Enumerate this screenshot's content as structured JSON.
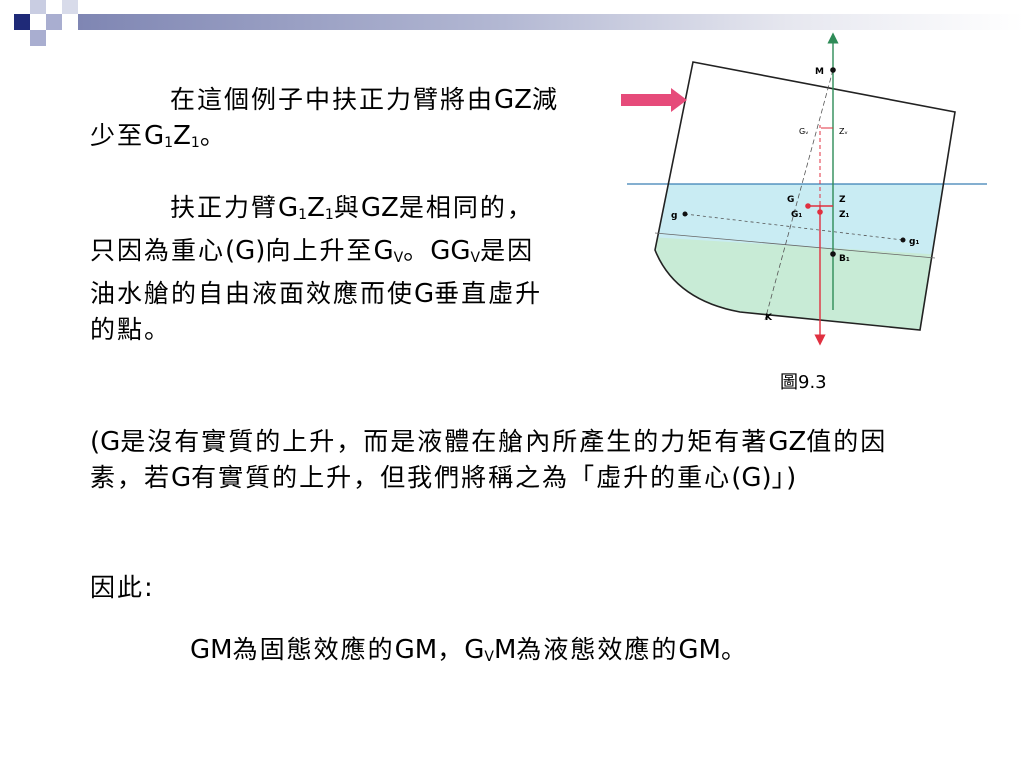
{
  "paragraph1": {
    "text_a": "在這個例子中扶正力臂將由",
    "gz": "GZ",
    "text_b": "減少至",
    "g": "G",
    "sub1": "1",
    "z": "Z",
    "sub2": "1",
    "end": "。"
  },
  "paragraph2": {
    "text_a": "扶正力臂",
    "g1_g": "G",
    "g1_sub": "1",
    "z1_z": "Z",
    "z1_sub": "1",
    "text_b": "與",
    "gz": "GZ",
    "text_c": "是相同的，只因為重心",
    "g_paren": "(G)",
    "text_d": "向上升至",
    "gv_g": "G",
    "gv_sub": "V",
    "text_e": "。",
    "ggv_gg": "GG",
    "ggv_sub": "V",
    "text_f": "是因油水艙的自由液面效應而使",
    "g2": "G",
    "text_g": "垂直虛升的點。"
  },
  "paragraph3": {
    "open": "(G",
    "text_a": "是沒有實質的上升，而是液體在艙內所產生的力矩有著",
    "gz": "GZ",
    "text_b": "值的因素，若",
    "g": "G",
    "text_c": "有實質的上升，但我們將稱之為「虛升的重心",
    "g_paren": "(G)",
    "text_d": "」",
    "close": ")"
  },
  "paragraph4": {
    "text": "因此",
    "colon": ":"
  },
  "paragraph5": {
    "gm1": "GM",
    "text_a": "為固態效應的",
    "gm2": "GM",
    "comma": "，",
    "gv_g": "G",
    "gv_sub": "V",
    "gv_m": "M",
    "text_b": "為液態效應的",
    "gm3": "GM",
    "end": "。"
  },
  "figure": {
    "caption": "圖9.3",
    "labels": {
      "M": "M",
      "Gv": "Gᵥ",
      "Zv": "Zᵥ",
      "G": "G",
      "Z": "Z",
      "G1": "G₁",
      "Z1": "Z₁",
      "g": "g",
      "g1": "g₁",
      "B1": "B₁",
      "K": "K"
    },
    "colors": {
      "water_surface": "#c9ecf3",
      "water_body": "#c8ebd6",
      "arrow_pink": "#e64b7a",
      "line_red": "#e03040",
      "line_green": "#2e8b57",
      "hull": "#222222"
    }
  },
  "decoration": {
    "bar_color": "#7f86b3",
    "square_dark": "#1f2a78",
    "square_light": "#a9aed0"
  }
}
